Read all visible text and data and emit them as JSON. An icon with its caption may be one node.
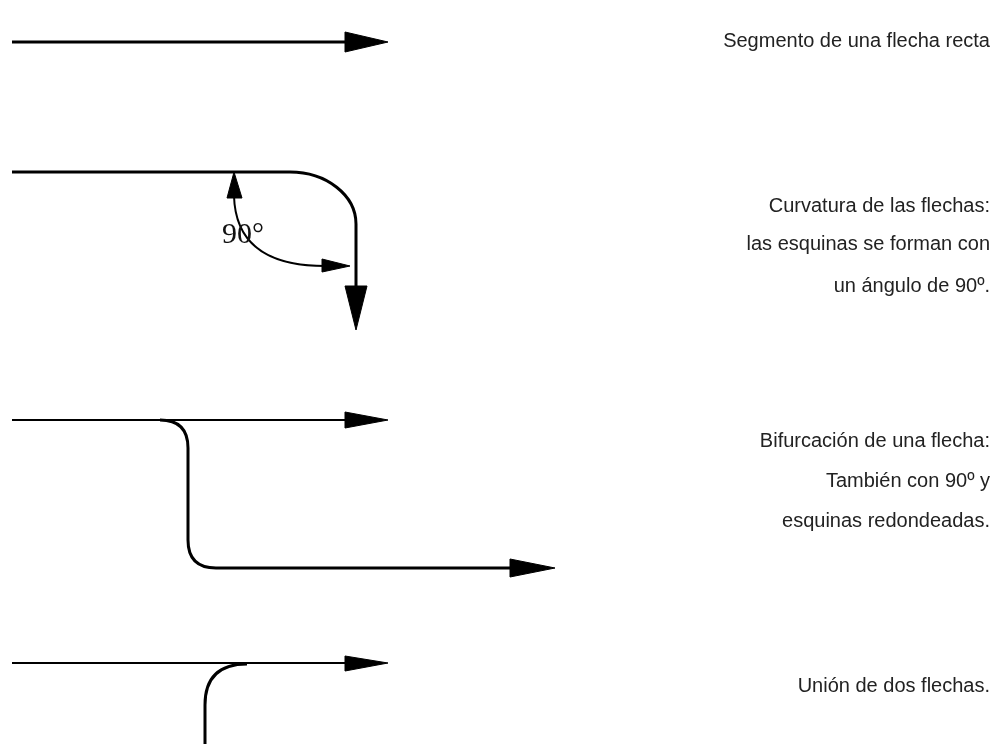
{
  "diagram": {
    "labels": [
      "Segmento de una flecha recta",
      "Curvatura de las flechas:",
      "90°",
      "las esquinas se forman con",
      "un ángulo de 90º.",
      "Bifurcación de una flecha:",
      "También con 90º y",
      "esquinas redondeadas.",
      "Unión de dos flechas."
    ]
  }
}
